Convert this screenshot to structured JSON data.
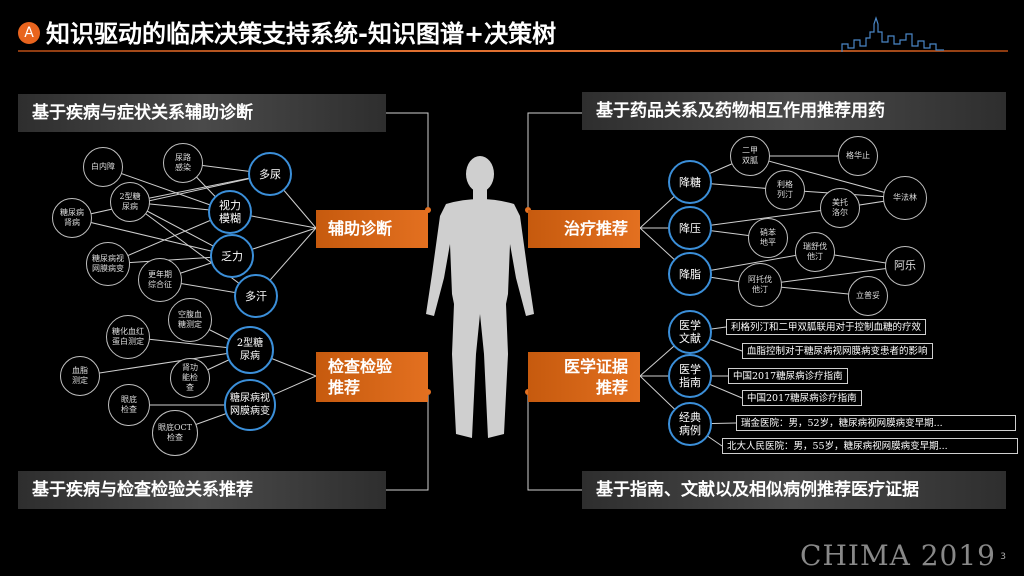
{
  "header": {
    "badge": "A",
    "title": "知识驱动的临床决策支持系统-知识图谱+决策树"
  },
  "sections": {
    "top_left": "基于疾病与症状关系辅助诊断",
    "top_right": "基于药品关系及药物相互作用推荐用药",
    "bottom_left": "基于疾病与检查检验关系推荐",
    "bottom_right": "基于指南、文献以及相似病例推荐医疗证据"
  },
  "center_boxes": {
    "diagnosis": "辅助诊断",
    "treatment": "治疗推荐",
    "exam": "检查检验推荐",
    "evidence": "医学证据推荐"
  },
  "diagnosis_graph": {
    "symptoms": [
      "多尿",
      "视力模糊",
      "乏力",
      "多汗"
    ],
    "diseases": [
      "白内障",
      "尿路感染",
      "2型糖尿病",
      "糖尿病肾病",
      "糖尿病视网膜病变",
      "更年期综合征"
    ]
  },
  "exam_graph": {
    "diseases": [
      "2型糖尿病",
      "糖尿病视网膜病变"
    ],
    "tests": [
      "糖化血红蛋白测定",
      "空腹血糖测定",
      "血脂测定",
      "肾功能检查",
      "眼底检查",
      "眼底OCT检查"
    ]
  },
  "treatment_graph": {
    "categories": [
      "降糖",
      "降压",
      "降脂"
    ],
    "drugs": [
      "二甲双胍",
      "格华止",
      "利格列汀",
      "华法林",
      "美托洛尔",
      "硝苯地平",
      "瑞舒伐他汀",
      "阿托伐他汀",
      "阿乐",
      "立普妥"
    ]
  },
  "evidence_graph": {
    "categories": [
      "医学文献",
      "医学指南",
      "经典病例"
    ],
    "items": [
      "利格列汀和二甲双胍联用对于控制血糖的疗效",
      "血脂控制对于糖尿病视网膜病变患者的影响",
      "中国2017糖尿病诊疗指南",
      "中国2017糖尿病诊疗指南",
      "瑞金医院：男，52岁，糖尿病视网膜病变早期...",
      "北大人民医院：男，55岁，糖尿病视网膜病变早期..."
    ]
  },
  "footer": {
    "brand": "CHIMA 2019",
    "page": "3"
  },
  "colors": {
    "accent": "#e37020",
    "node_blue": "#3b8fd9",
    "header_bg": "#3a3a3a"
  }
}
